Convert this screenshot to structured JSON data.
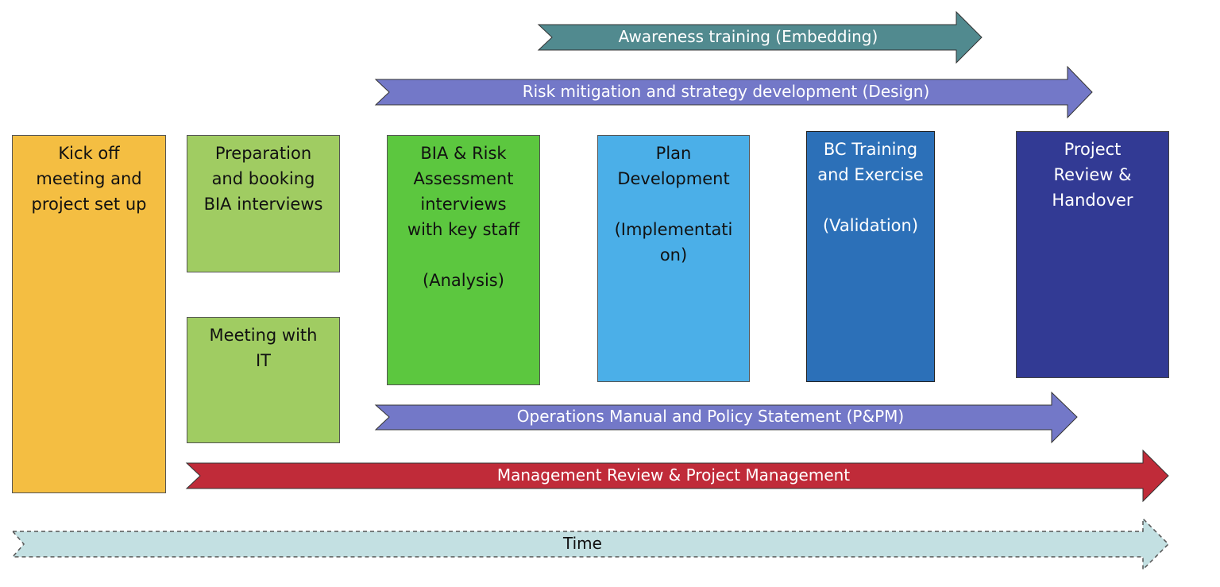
{
  "diagram": {
    "arrows": [
      {
        "id": "awareness",
        "label": "Awareness training (Embedding)",
        "color": "#518A8F"
      },
      {
        "id": "design",
        "label": "Risk mitigation and strategy development (Design)",
        "color": "#7378C8"
      },
      {
        "id": "ops",
        "label": "Operations Manual and Policy Statement (P&PM)",
        "color": "#7378C8"
      },
      {
        "id": "mgmt",
        "label": "Management Review & Project Management",
        "color": "#C02B39"
      },
      {
        "id": "time",
        "label": "Time",
        "color": "#C3E0E2"
      }
    ],
    "boxes": [
      {
        "id": "kickoff",
        "label": "Kick off\nmeeting and\nproject set up",
        "color": "#F4BE42"
      },
      {
        "id": "prep",
        "label": "Preparation\nand booking\nBIA interviews",
        "color": "#A0CC62"
      },
      {
        "id": "meeting-it",
        "label": "Meeting with\nIT",
        "color": "#A0CC62"
      },
      {
        "id": "bia",
        "label": "BIA & Risk\nAssessment\ninterviews\nwith key staff\n\n(Analysis)",
        "color": "#5CC73F"
      },
      {
        "id": "plan",
        "label": "Plan\nDevelopment\n\n(Implementati\non)",
        "color": "#4BAFE8"
      },
      {
        "id": "bc",
        "label": "BC Training\nand Exercise\n\n(Validation)",
        "color": "#2C70B8"
      },
      {
        "id": "review",
        "label": "Project\nReview &\nHandover",
        "color": "#323A94"
      }
    ]
  }
}
